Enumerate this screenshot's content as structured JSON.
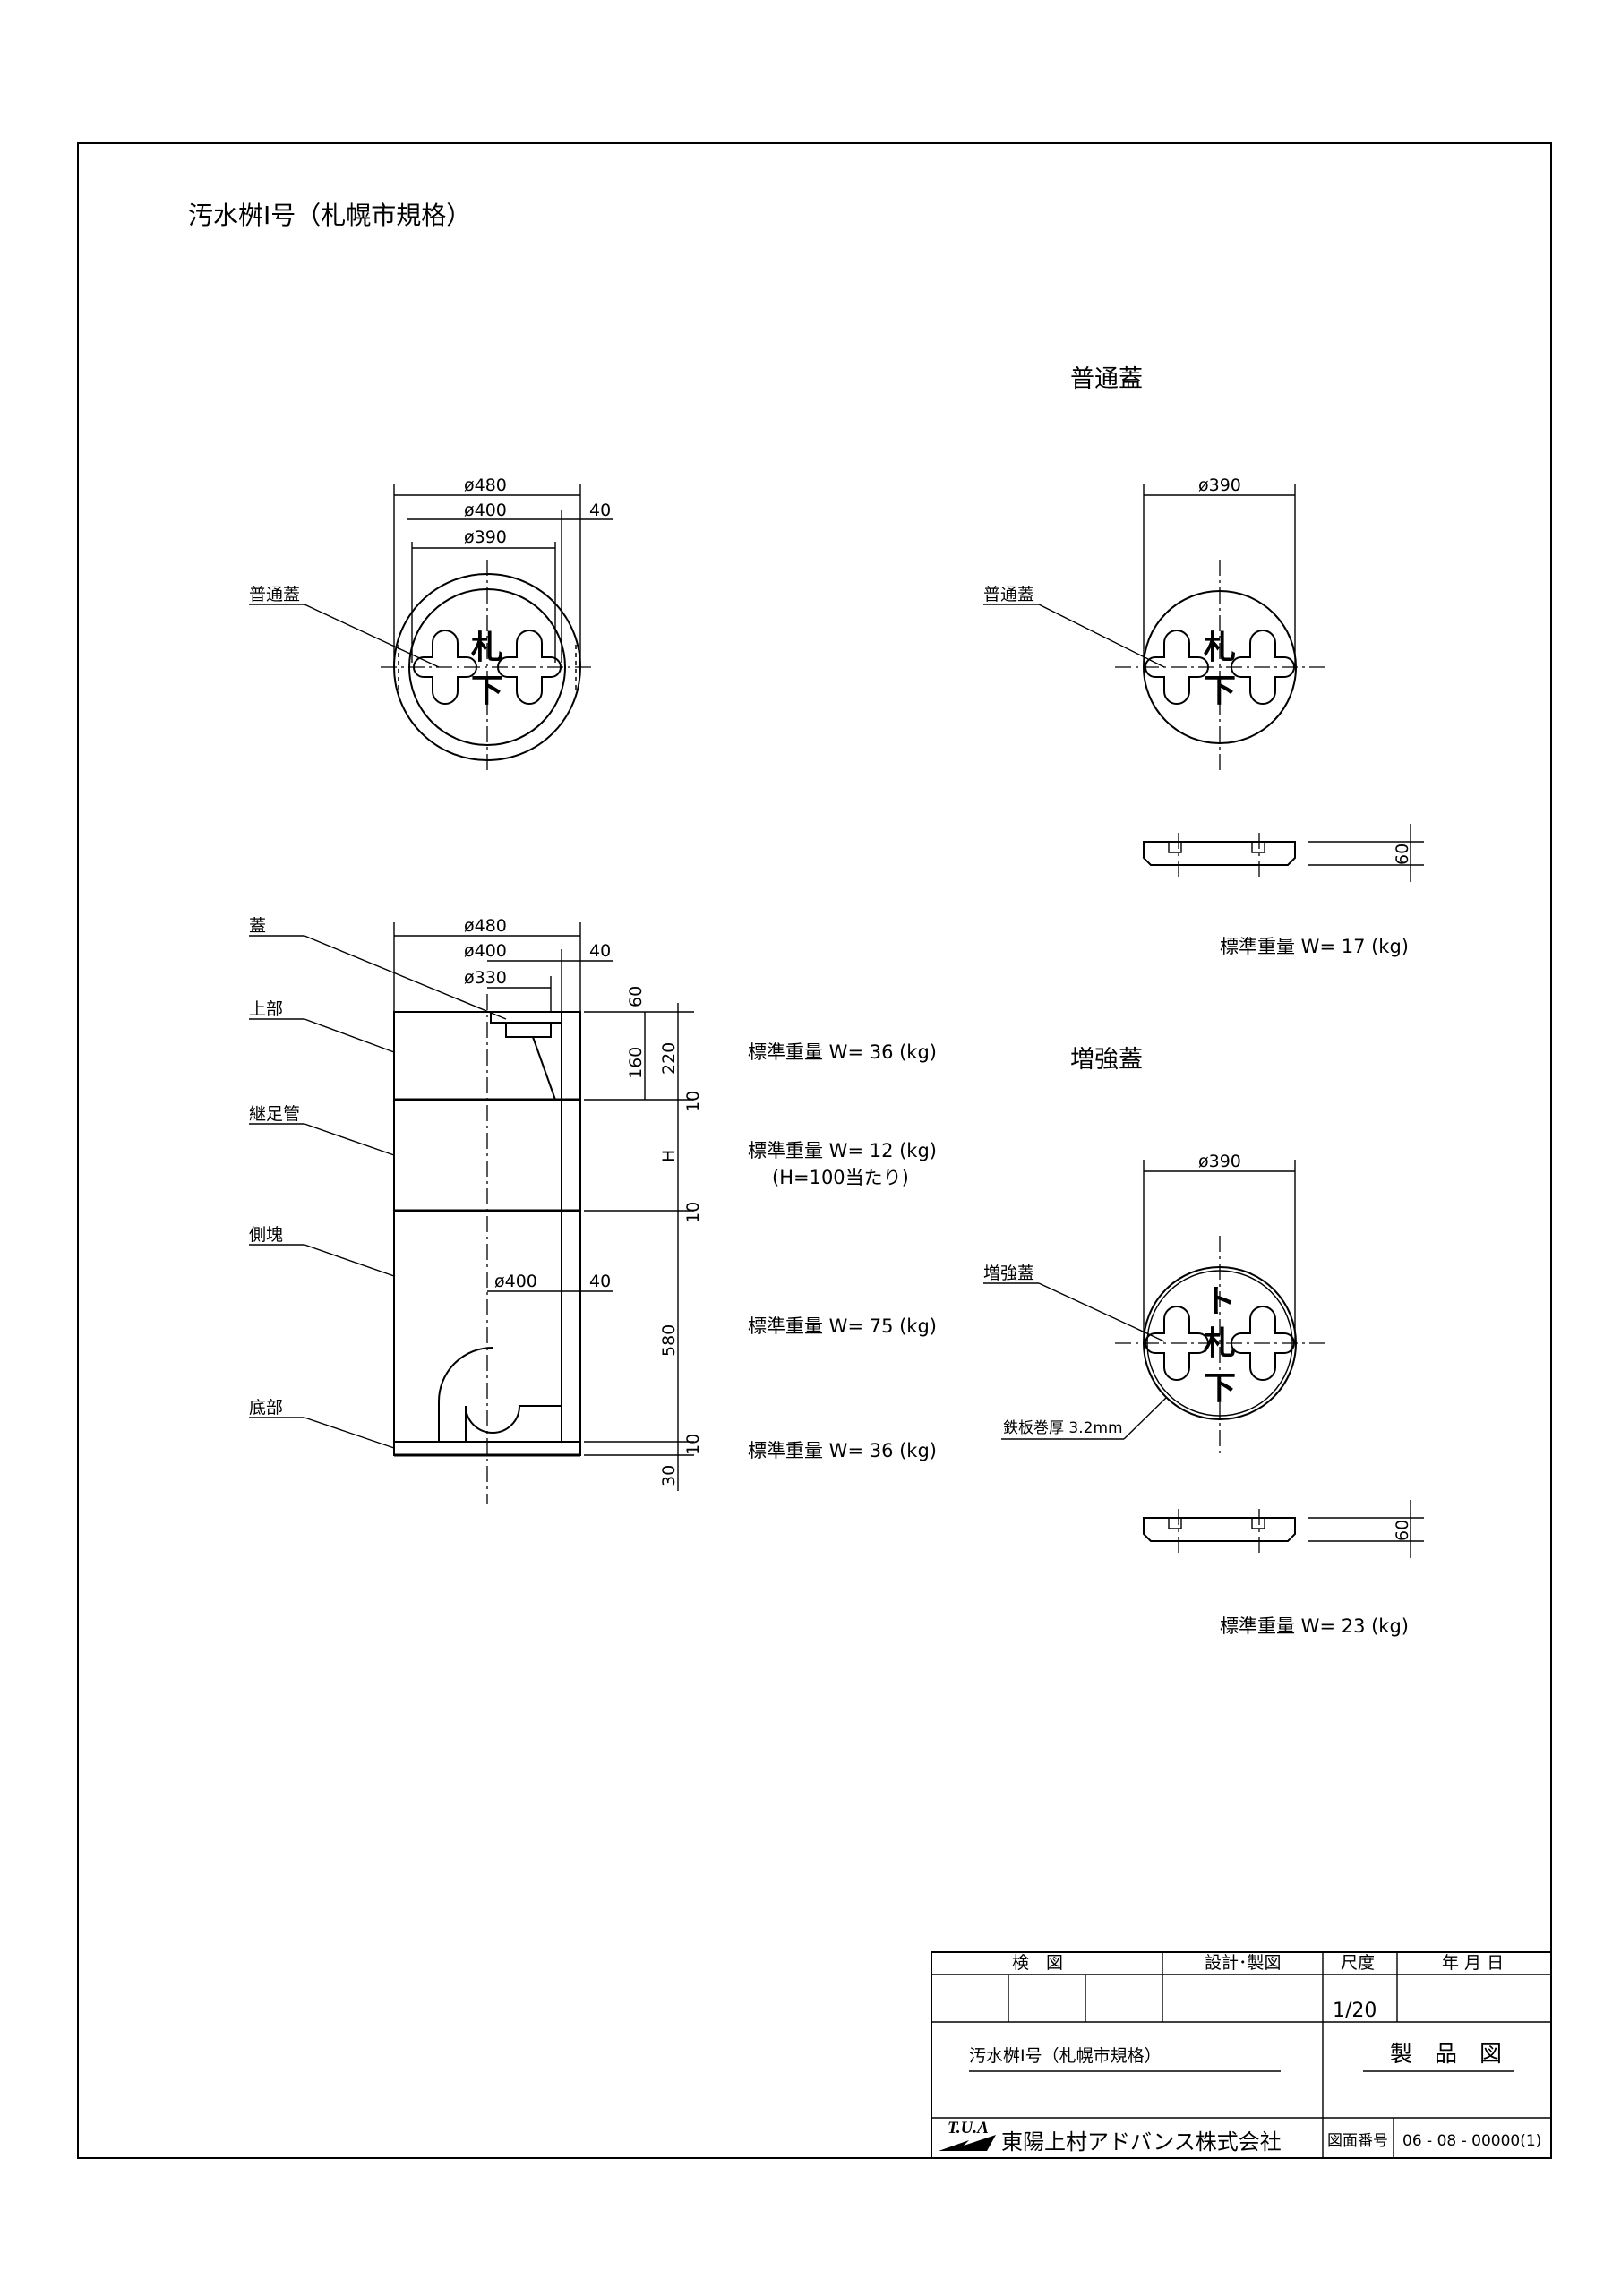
{
  "title": "汚水桝Ⅰ号（札幌市規格）",
  "views": {
    "top": {
      "dims": [
        "ø480",
        "ø400",
        "ø390",
        "40"
      ],
      "label": "普通蓋",
      "emboss_top": "札",
      "emboss_bottom": "下"
    },
    "section": {
      "top_dims": [
        "ø480",
        "ø400",
        "ø330",
        "40"
      ],
      "inner_dims": [
        "ø400",
        "40"
      ],
      "labels": [
        "蓋",
        "上部",
        "継足管",
        "側塊",
        "底部"
      ],
      "vdims": [
        "60",
        "160",
        "220",
        "10",
        "H",
        "10",
        "580",
        "10",
        "30"
      ],
      "weights": [
        "標準重量 W= 36 (kg)",
        "標準重量 W= 12 (kg)",
        "(H=100当たり)",
        "標準重量 W= 75 (kg)",
        "標準重量 W= 36 (kg)"
      ]
    },
    "normal_cover": {
      "heading": "普通蓋",
      "dim": "ø390",
      "label": "普通蓋",
      "height": "60",
      "weight": "標準重量 W= 17 (kg)",
      "emboss_top": "札",
      "emboss_bottom": "下"
    },
    "reinforced_cover": {
      "heading": "増強蓋",
      "dim": "ø390",
      "label": "増強蓋",
      "note": "鉄板巻厚 3.2mm",
      "height": "60",
      "weight": "標準重量 W= 23 (kg)",
      "emboss_top": "ト",
      "emboss_mid": "札",
      "emboss_bottom": "下"
    }
  },
  "title_block": {
    "check": "検　図",
    "design": "設計･製図",
    "scale_label": "尺度",
    "date_label": "年 月 日",
    "scale": "1/20",
    "name": "汚水桝Ⅰ号（札幌市規格）",
    "type": "製　品　図",
    "company_mark": "T.U.A",
    "company": "東陽上村アドバンス株式会社",
    "drawing_no_label": "図面番号",
    "drawing_no": "06 - 08 - 00000(1)"
  }
}
